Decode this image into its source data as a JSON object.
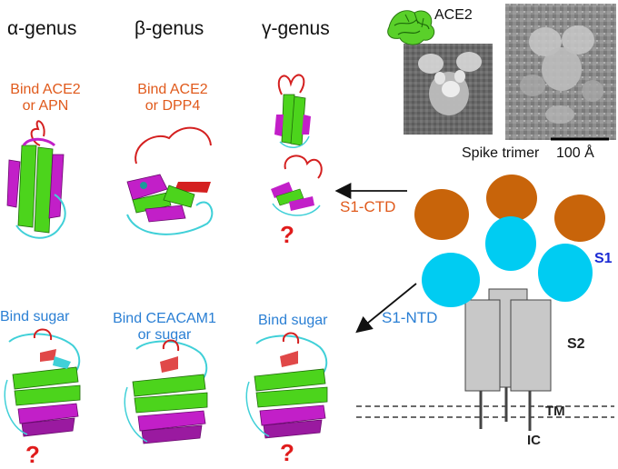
{
  "genus": {
    "alpha": "α-genus",
    "beta": "β-genus",
    "gamma": "γ-genus"
  },
  "ctd_labels": {
    "alpha": [
      "Bind ACE2",
      "or APN"
    ],
    "beta": [
      "Bind ACE2",
      "or DPP4"
    ]
  },
  "ntd_labels": {
    "alpha": "Bind sugar",
    "beta": [
      "Bind CEACAM1",
      "or sugar"
    ],
    "gamma": "Bind sugar"
  },
  "question_mark": "?",
  "em": {
    "ace2_label": "ACE2",
    "spike_label": "Spike trimer",
    "scale_label": "100 Å"
  },
  "spike": {
    "s1_ctd": "S1-CTD",
    "s1_ntd": "S1-NTD",
    "s1": "S1",
    "s2": "S2",
    "tm": "TM",
    "ic": "IC"
  },
  "colors": {
    "ctd_orange": "#c8640a",
    "ntd_cyan": "#00ccf2",
    "s2_gray": "#c8c8c8",
    "helix_green": "#4cd41c",
    "strand_magenta": "#c21fc8",
    "loop_red": "#d42020",
    "loop_cyan": "#40d0d8"
  }
}
